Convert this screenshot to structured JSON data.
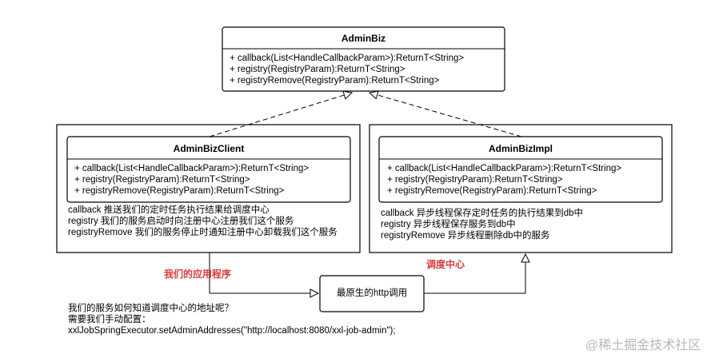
{
  "interface_class": {
    "name": "AdminBiz",
    "methods": [
      "+ callback(List<HandleCallbackParam>):ReturnT<String>",
      "+ registry(RegistryParam):ReturnT<String>",
      "+ registryRemove(RegistryParam):ReturnT<String>"
    ]
  },
  "client_class": {
    "name": "AdminBizClient",
    "methods": [
      "+ callback(List<HandleCallbackParam>):ReturnT<String>",
      "+ registry(RegistryParam):ReturnT<String>",
      "+ registryRemove(RegistryParam):ReturnT<String>"
    ],
    "notes": [
      "callback 推送我们的定时任务执行结果给调度中心",
      "registry 我们的服务启动时向注册中心注册我们这个服务",
      "registryRemove 我们的服务停止时通知注册中心卸载我们这个服务"
    ]
  },
  "impl_class": {
    "name": "AdminBizImpl",
    "methods": [
      "+ callback(List<HandleCallbackParam>):ReturnT<String>",
      "+ registry(RegistryParam):ReturnT<String>",
      "+ registryRemove(RegistryParam):ReturnT<String>"
    ],
    "notes": [
      "callback 异步线程保存定时任务的执行结果到db中",
      "registry 异步线程保存服务到db中",
      "registryRemove 异步线程删除db中的服务"
    ]
  },
  "labels": {
    "app_label": "我们的应用程序",
    "scheduler_label": "调度中心",
    "http_box": "最原生的http调用"
  },
  "bottom_note": [
    "我们的服务如何知道调度中心的地址呢？",
    "需要我们手动配置：",
    "xxlJobSpringExecutor.setAdminAddresses(\"http://localhost:8080/xxl-job-admin\");"
  ],
  "watermark": "@稀土掘金技术社区",
  "colors": {
    "stroke": "#000000",
    "label_red": "#d63b3b"
  }
}
